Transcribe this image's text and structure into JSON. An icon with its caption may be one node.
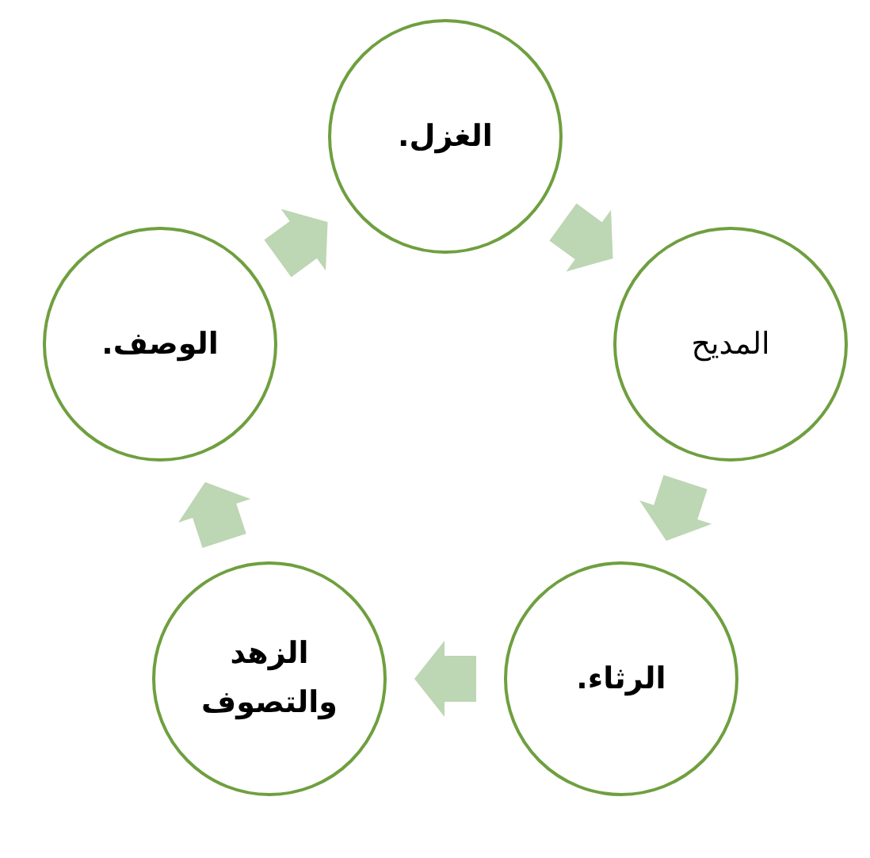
{
  "diagram": {
    "nodes": [
      {
        "text": [
          "الغزل."
        ]
      },
      {
        "text": [
          "المديح"
        ]
      },
      {
        "text": [
          "الرثاء."
        ]
      },
      {
        "text": [
          "الزهد والتصوف"
        ]
      },
      {
        "text": [
          "الوصف."
        ]
      }
    ],
    "edges": [
      {
        "from": 0,
        "to": 1,
        "arrow": "to"
      },
      {
        "from": 1,
        "to": 2,
        "arrow": "to"
      },
      {
        "from": 2,
        "to": 3,
        "arrow": "to"
      },
      {
        "from": 3,
        "to": 4,
        "arrow": "to"
      },
      {
        "from": 4,
        "to": 0,
        "arrow": "to"
      }
    ]
  }
}
